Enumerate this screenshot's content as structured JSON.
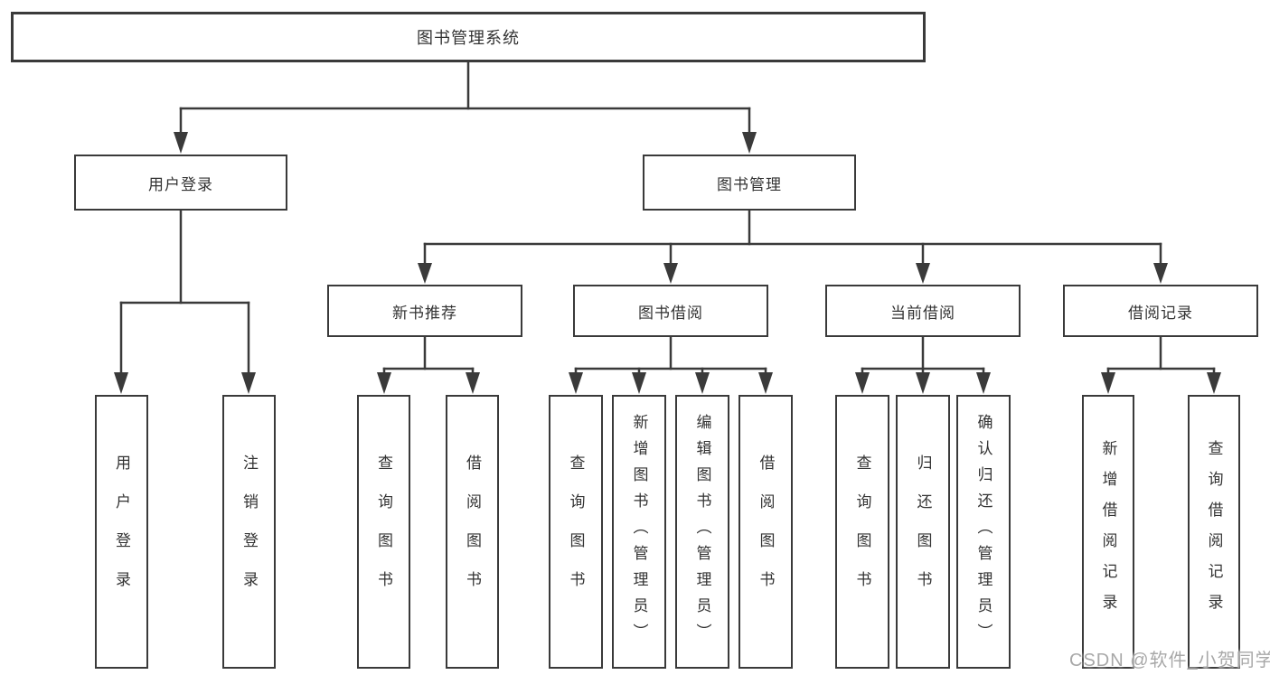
{
  "diagram": {
    "title_node": "图书管理系统",
    "root": {
      "label": "图书管理系统"
    },
    "level2": [
      {
        "label": "用户登录"
      },
      {
        "label": "图书管理"
      }
    ],
    "level3": [
      {
        "label": "新书推荐"
      },
      {
        "label": "图书借阅"
      },
      {
        "label": "当前借阅"
      },
      {
        "label": "借阅记录"
      }
    ],
    "leaves": {
      "login": [
        "用户登录",
        "注销登录"
      ],
      "recommend": [
        "查询图书",
        "借阅图书"
      ],
      "borrow": [
        "查询图书",
        "新增图书（管理员）",
        "编辑图书（管理员）",
        "借阅图书"
      ],
      "current": [
        "查询图书",
        "归还图书",
        "确认归还（管理员）"
      ],
      "records": [
        "新增借阅记录",
        "查询借阅记录"
      ]
    },
    "colors": {
      "line": "#3a3a3a",
      "box_border": "#3a3a3a",
      "text": "#333333",
      "background": "#ffffff"
    }
  },
  "watermark": {
    "text": "CSDN @软件_小贺同学",
    "color": "#a8a8a8"
  }
}
